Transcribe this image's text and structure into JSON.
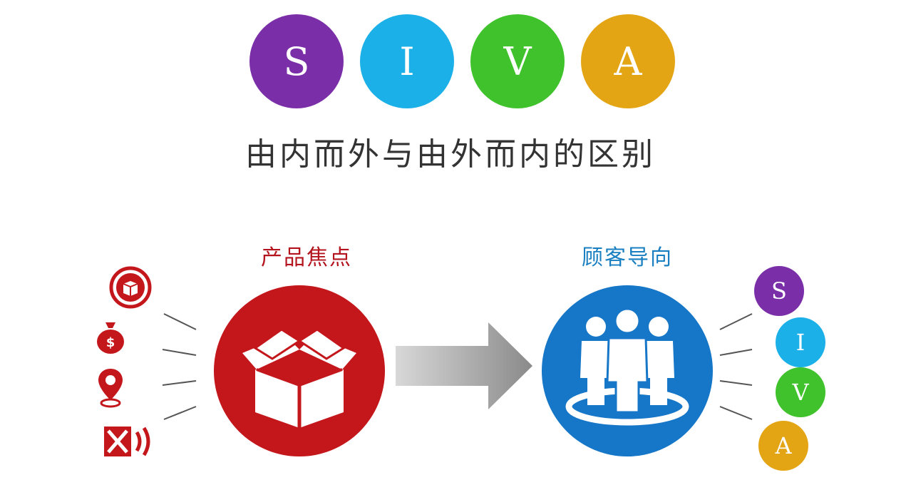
{
  "siva_top": [
    {
      "letter": "S",
      "color": "#7a2ea8"
    },
    {
      "letter": "I",
      "color": "#1cb0e8"
    },
    {
      "letter": "V",
      "color": "#3fc22b"
    },
    {
      "letter": "A",
      "color": "#e3a514"
    }
  ],
  "title": "由内而外与由外而内的区别",
  "left_label": "产品焦点",
  "right_label": "顾客导向",
  "siva_right": [
    {
      "letter": "S",
      "color": "#7a2ea8"
    },
    {
      "letter": "I",
      "color": "#1cb0e8"
    },
    {
      "letter": "V",
      "color": "#3fc22b"
    },
    {
      "letter": "A",
      "color": "#e3a514"
    }
  ],
  "colors": {
    "product_red": "#c4171c",
    "customer_blue": "#1676c7",
    "arrow_gray": "#9a9a9a",
    "title_text": "#333333"
  },
  "left_icons": [
    "box-badge-icon",
    "money-bag-icon",
    "location-pin-icon",
    "broadcast-icon"
  ]
}
